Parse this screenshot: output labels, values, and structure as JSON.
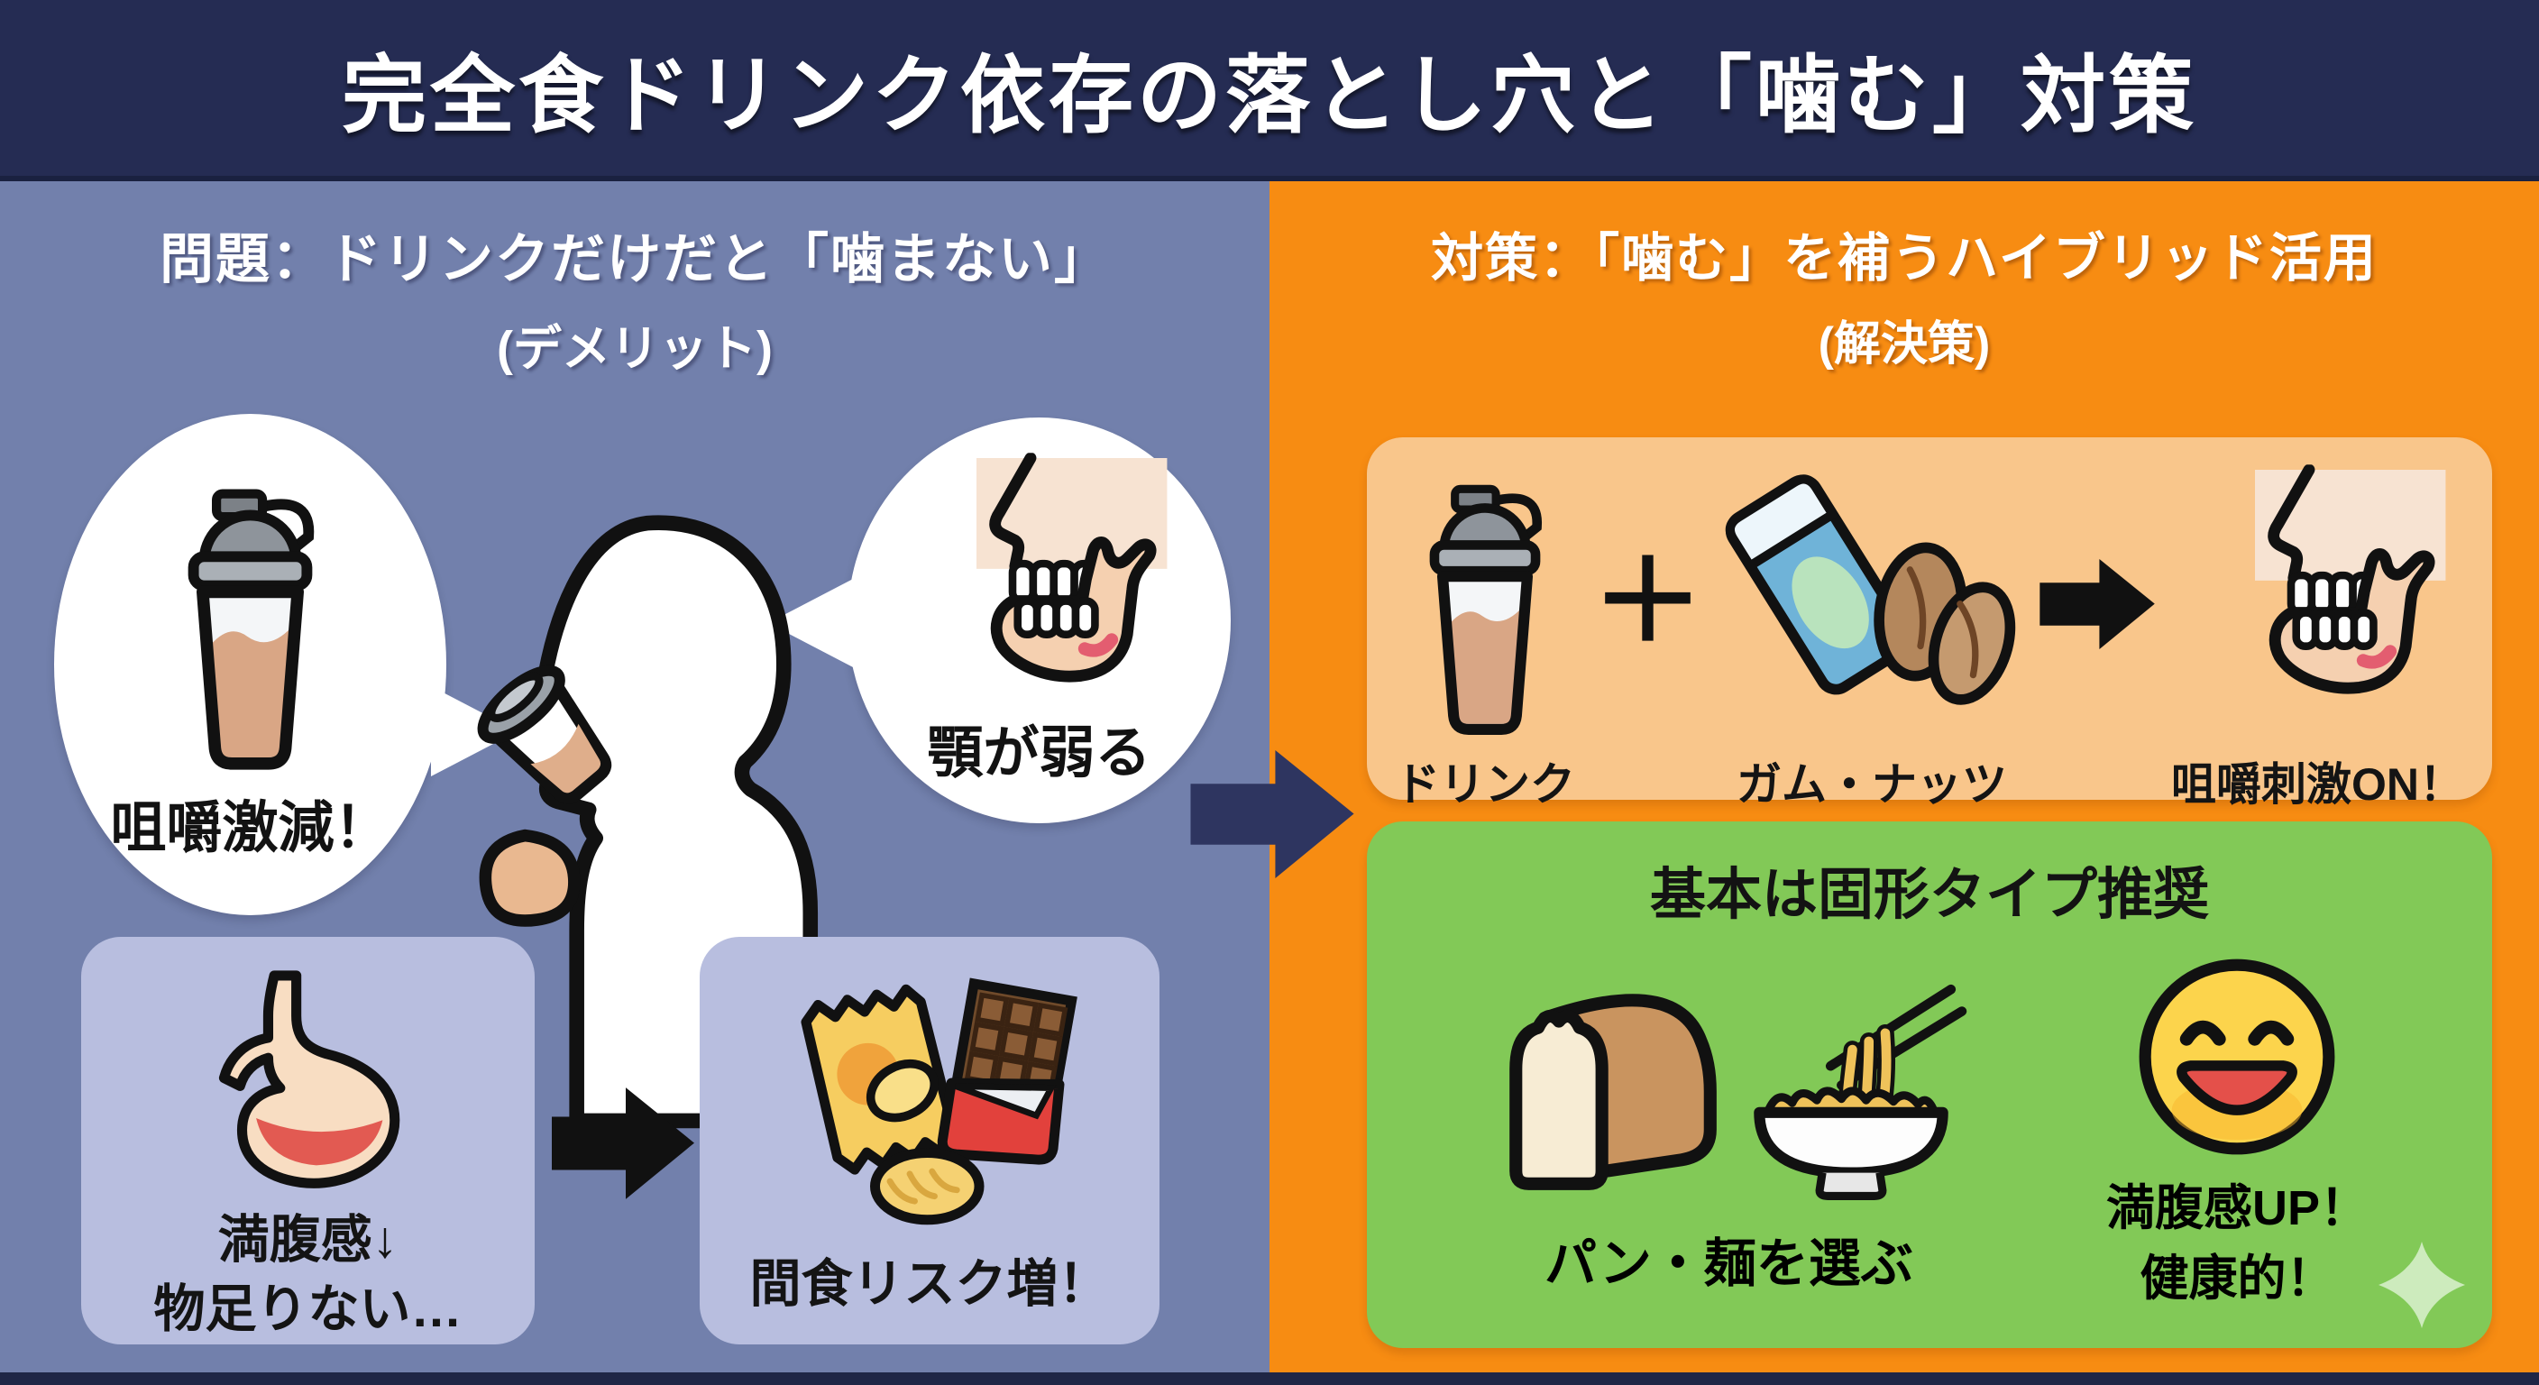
{
  "title": "完全食ドリンク依存の落とし穴と「噛む」対策",
  "problem": {
    "heading_line1": "問題：ドリンクだけだと「噛まない」",
    "heading_line2": "(デメリット)",
    "bubble_chew_label": "咀嚼激減！",
    "bubble_jaw_label": "顎が弱る",
    "stomach_line1": "満腹感↓",
    "stomach_line2": "物足りない…",
    "snack_label": "間食リスク増！"
  },
  "solution": {
    "heading_line1": "対策：「噛む」を補うハイブリッド活用",
    "heading_line2": "(解決策)",
    "hybrid": {
      "drink_label": "ドリンク",
      "plus_sign": "＋",
      "gum_nuts_label": "ガム・ナッツ",
      "result_label": "咀嚼刺激ON！"
    },
    "solid": {
      "title": "基本は固形タイプ推奨",
      "bread_noodle_label": "パン・麺を選ぶ",
      "smiley_line1": "満腹感UP！",
      "smiley_line2": "健康的！"
    }
  },
  "icons": {
    "shaker-icon": "protein shaker bottle",
    "person-drinking-icon": "person drinking from shaker",
    "jaw-icon": "jaw with teeth",
    "stomach-icon": "stomach half empty",
    "snacks-icon": "chips bag and chocolate bar",
    "gum-nuts-icon": "gum pack and almonds",
    "bread-icon": "bread loaf",
    "ramen-icon": "noodle bowl with chopsticks",
    "smiley-icon": "happy face",
    "sparkle-icon": "sparkle",
    "flow-arrow-icon": "right arrow"
  },
  "colors": {
    "title_bg": "#252c53",
    "left_panel_bg": "#7280ac",
    "bubble_bg": "#ffffff",
    "soft_box_bg": "#b8bedf",
    "right_panel_bg": "#f78c12",
    "hybrid_card_bg": "#f9c68b",
    "solid_card_bg": "#82c957",
    "flow_arrow_navy": "#2e3560",
    "icon_outline": "#111111",
    "text_dark": "#141414",
    "text_light": "#ffffff"
  }
}
